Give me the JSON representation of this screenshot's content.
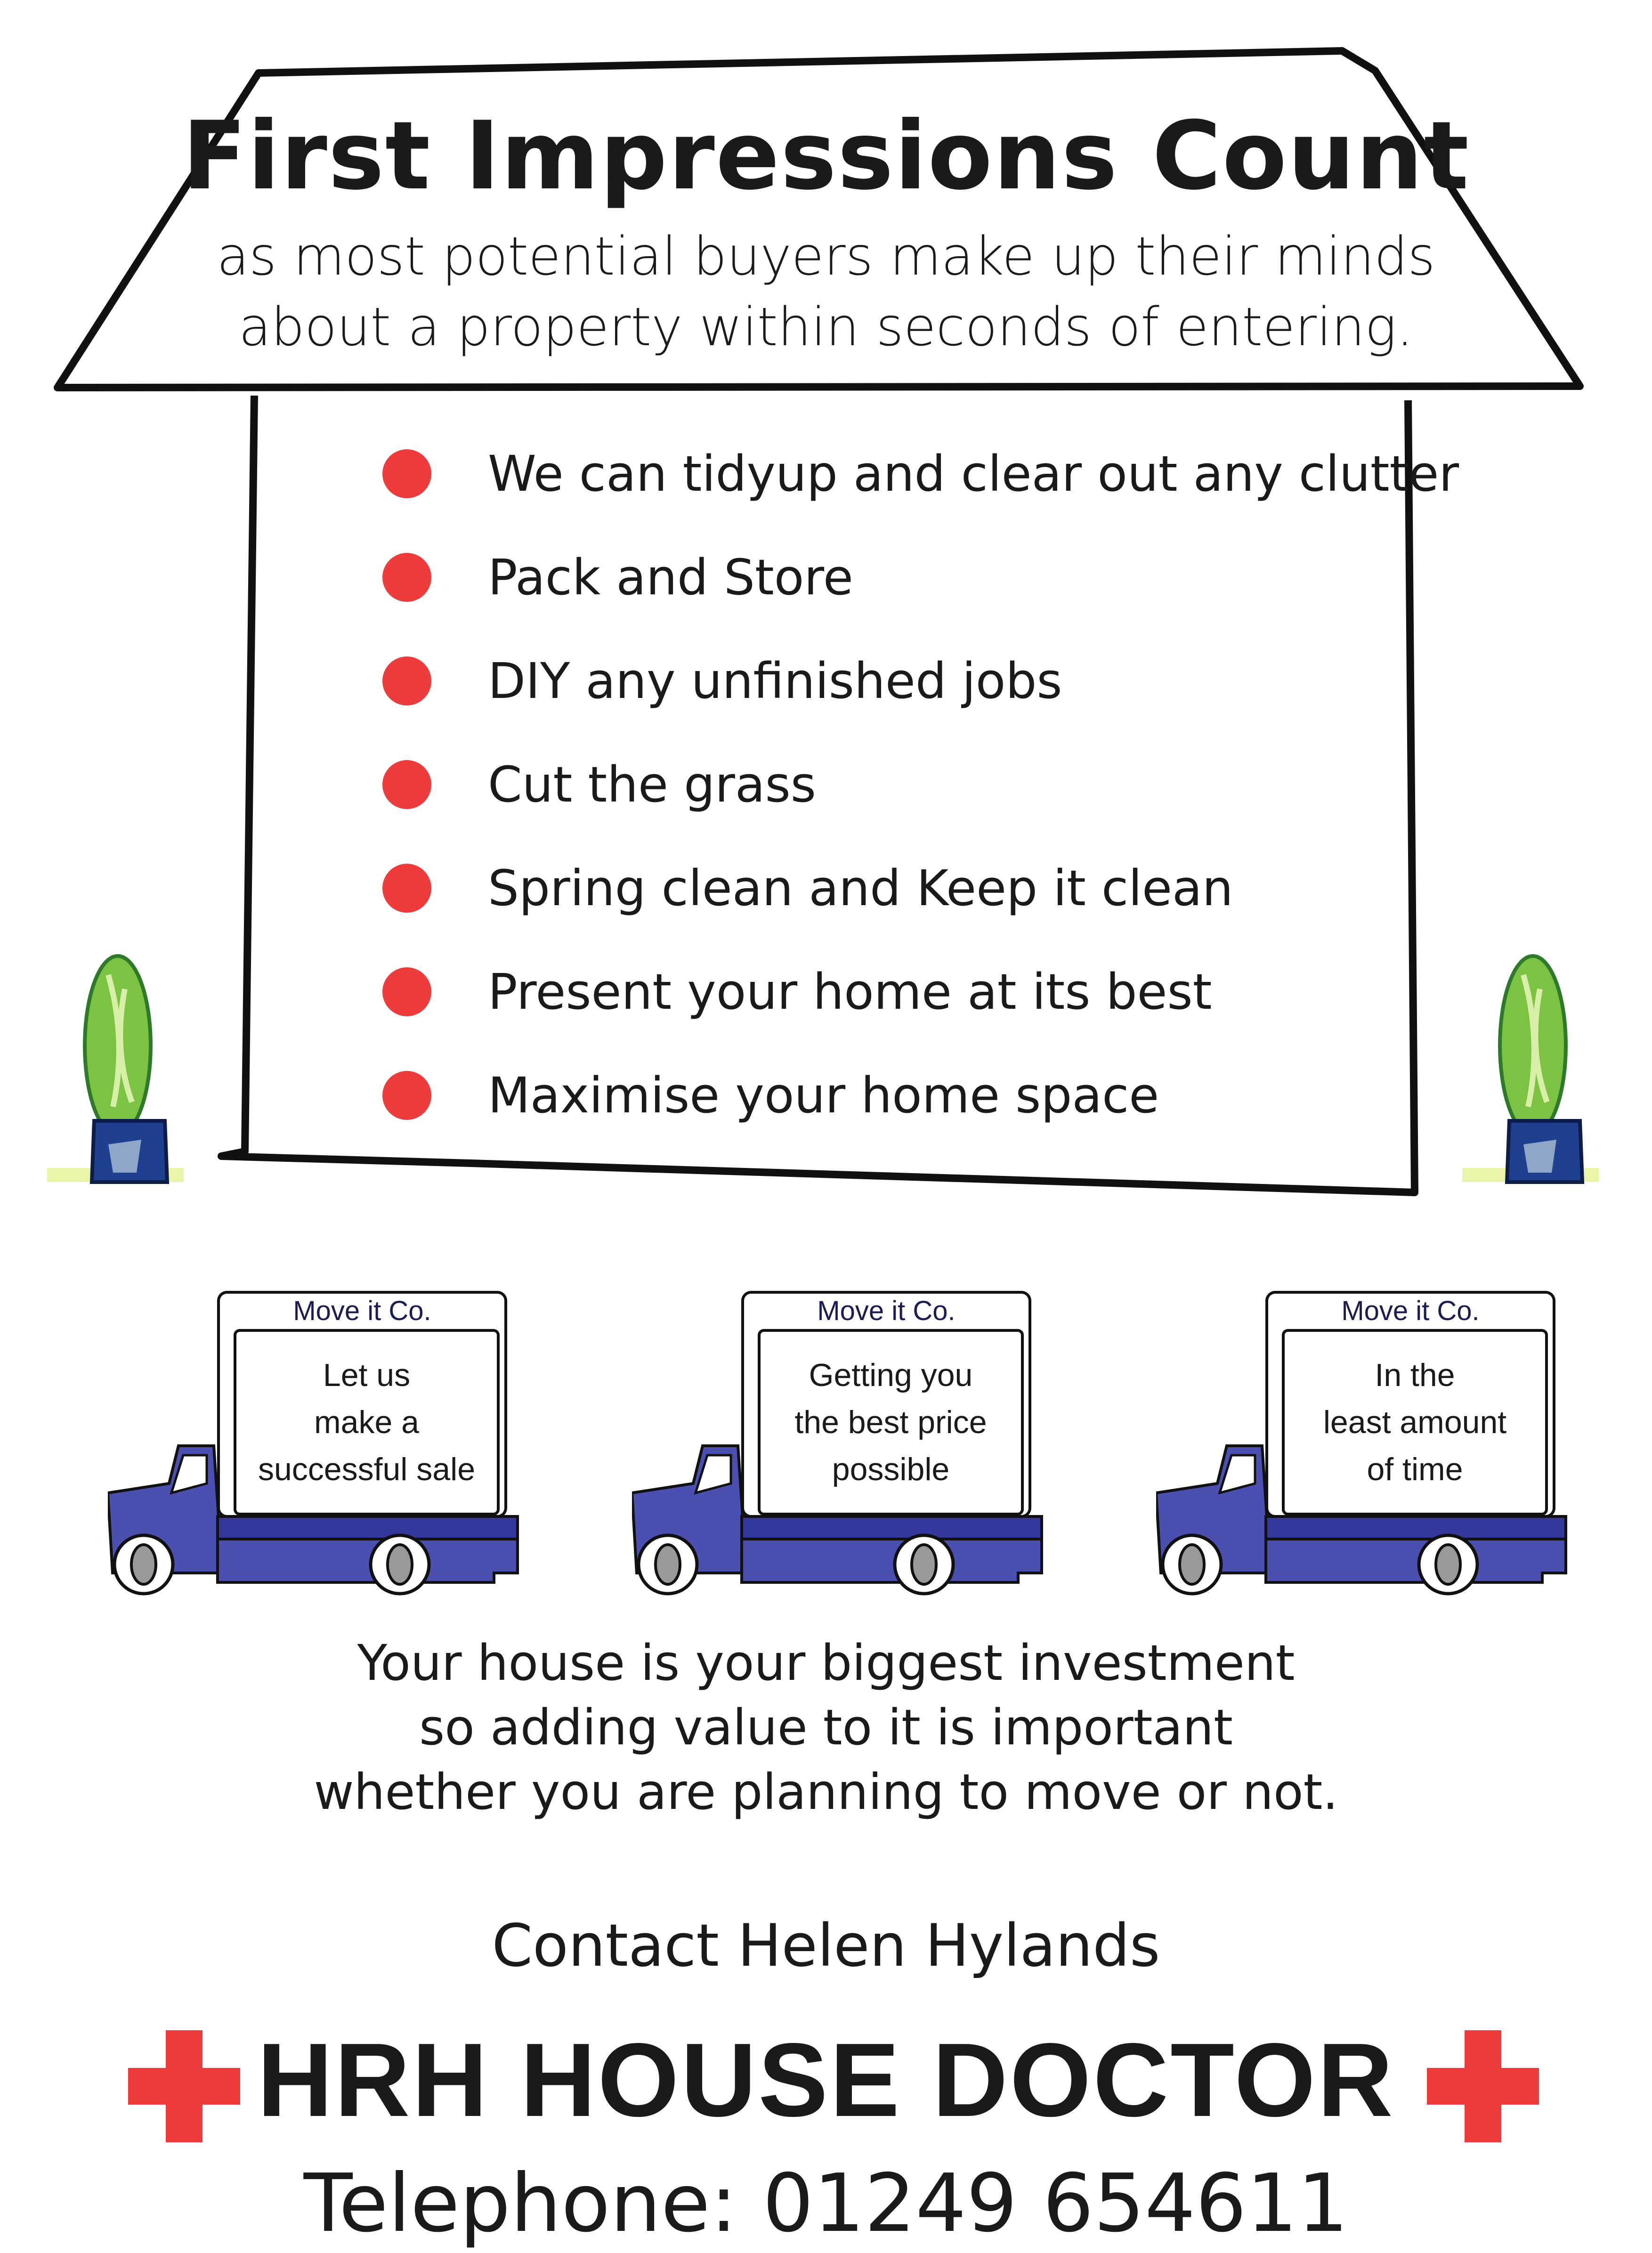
{
  "header": {
    "title": "First Impressions Count",
    "subtitle_lines": [
      "as most potential buyers make up their minds",
      "about a property within seconds of entering."
    ]
  },
  "bullets": [
    "We can tidyup and clear out any clutter",
    "Pack and Store",
    "DIY any unfinished jobs",
    "Cut the grass",
    "Spring clean and Keep it clean",
    "Present your home at its best",
    "Maximise your home space"
  ],
  "trucks": [
    {
      "company": "Move it Co.",
      "lines": [
        "Let us",
        "make a",
        "successful sale"
      ]
    },
    {
      "company": "Move it Co.",
      "lines": [
        "Getting you",
        "the best price",
        "possible"
      ]
    },
    {
      "company": "Move it Co.",
      "lines": [
        "In the",
        "least amount",
        "of time"
      ]
    }
  ],
  "body_lines": [
    "Your house is your biggest investment",
    "so adding value to it is important",
    "whether you are planning to move or not."
  ],
  "contact": "Contact Helen Hylands",
  "brand": "HRH HOUSE DOCTOR",
  "telephone": "Telephone: 01249 654611",
  "colors": {
    "bullet": "#ee3b3b",
    "cross": "#ee3b3b",
    "truck_blue": "#4a4fb0",
    "truck_dark": "#34389a",
    "plant_green": "#6fb83a",
    "pot_blue": "#1f3f8f"
  }
}
